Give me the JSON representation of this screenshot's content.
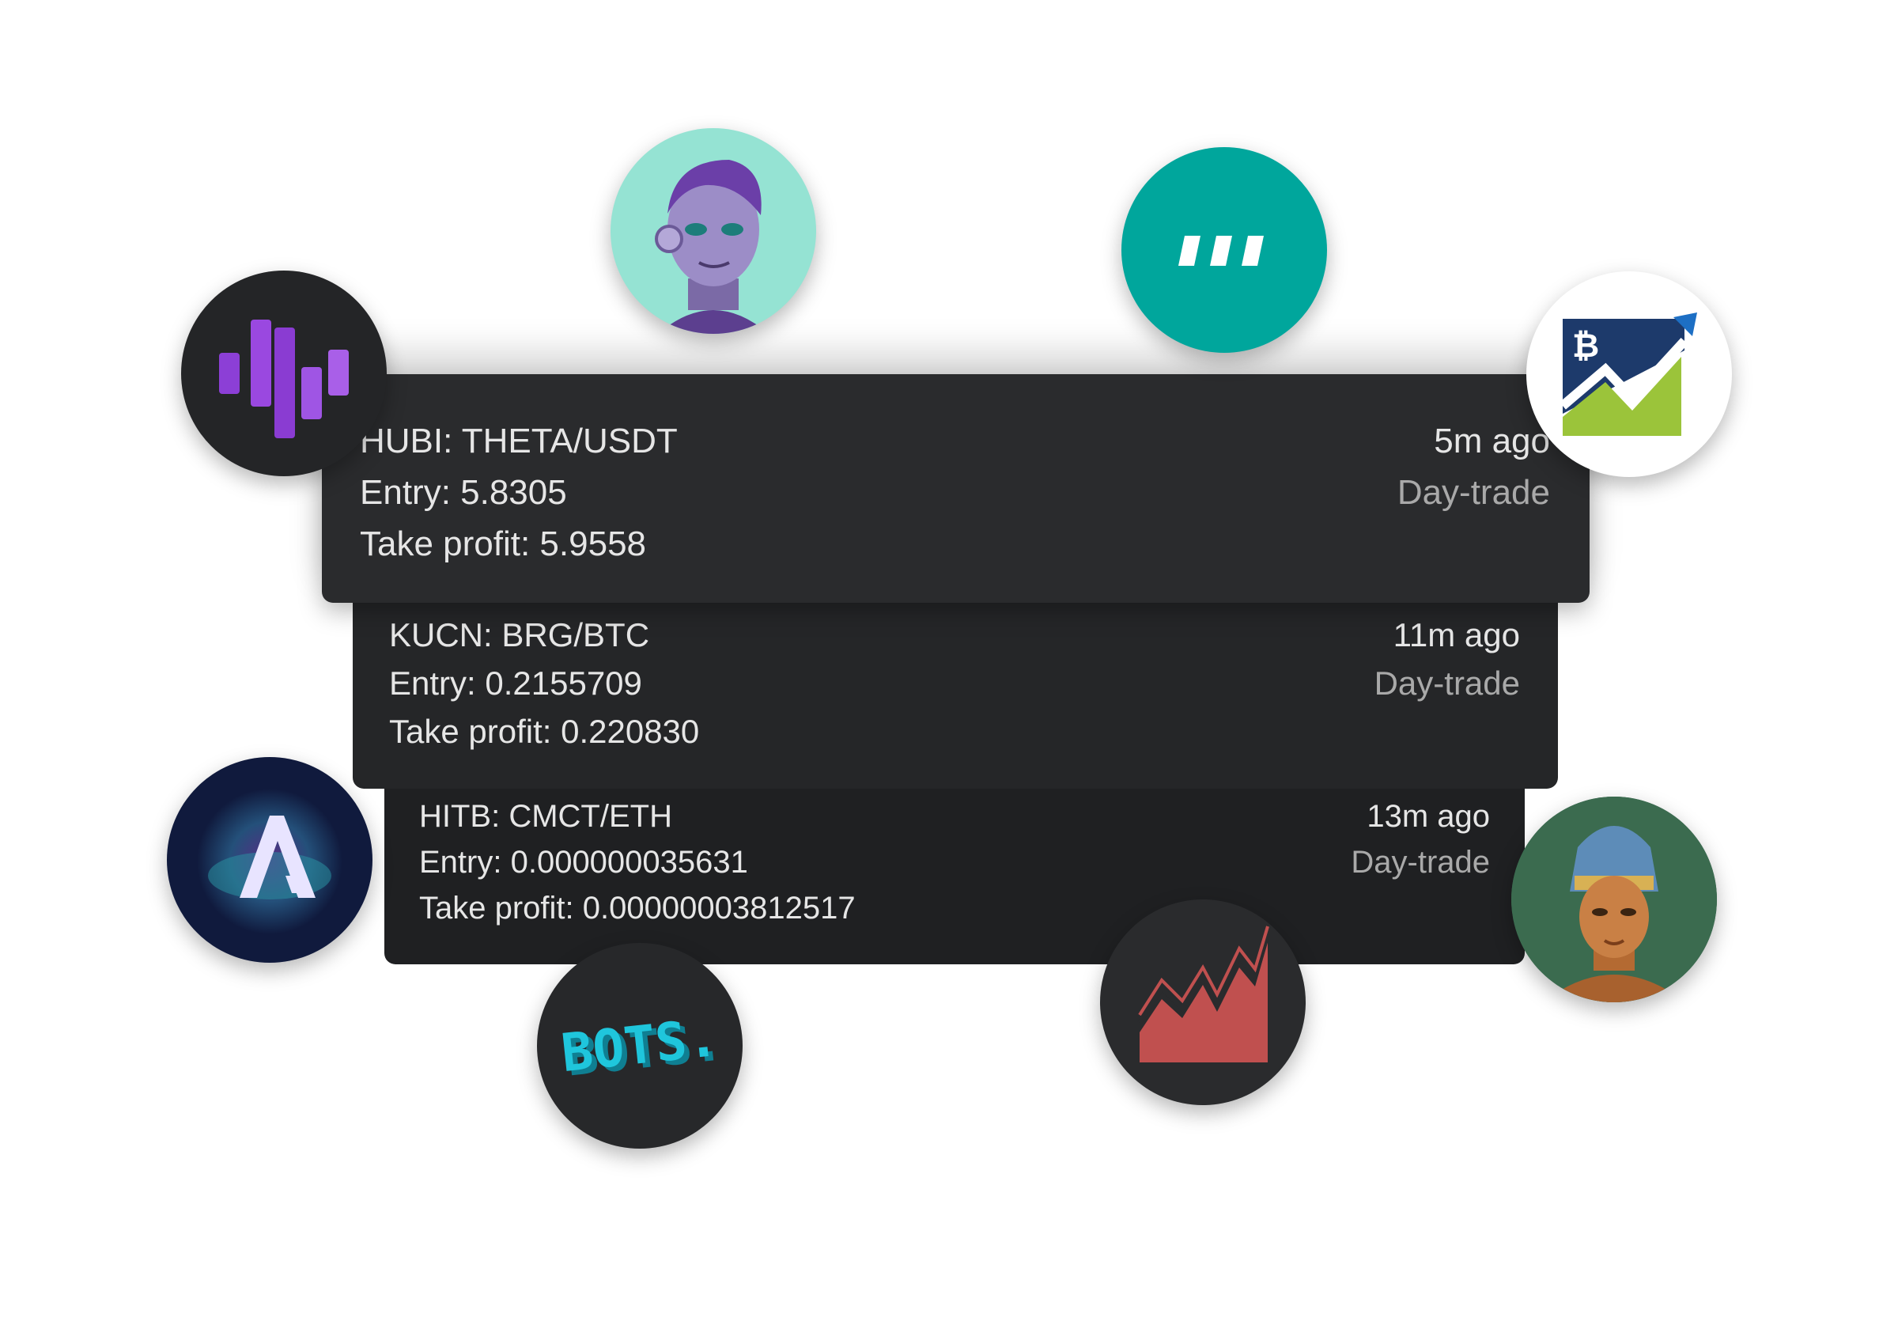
{
  "signals": [
    {
      "title": "HUBI: THETA/USDT",
      "entry": "Entry: 5.8305",
      "take_profit": "Take profit: 5.9558",
      "time": "5m ago",
      "type": "Day-trade"
    },
    {
      "title": "KUCN: BRG/BTC",
      "entry": "Entry: 0.2155709",
      "take_profit": "Take profit: 0.220830",
      "time": "11m ago",
      "type": "Day-trade"
    },
    {
      "title": "HITB: CMCT/ETH",
      "entry": "Entry: 0.000000035631",
      "take_profit": "Take profit: 0.00000003812517",
      "time": "13m ago",
      "type": "Day-trade"
    }
  ],
  "avatars": {
    "candles": "candlestick-logo-icon",
    "robot": "robot-avatar-icon",
    "quote": "quote-marks-icon",
    "chart": "bitcoin-chart-icon",
    "galaxy": "galaxy-a-logo-icon",
    "bots": "bots-logo-icon",
    "redchart": "red-area-chart-icon",
    "bust": "egyptian-bust-icon"
  },
  "logo_text": {
    "bots": "BOTS.",
    "bitcoin": "₿"
  },
  "colors": {
    "card_bg": "#2a2b2d",
    "card_text": "#e6e6e6",
    "card_meta": "#a9a9a9",
    "accent_purple": "#8c3fd6",
    "accent_teal": "#00a69c",
    "accent_cyan": "#1fc6dc",
    "chart_red": "#c0504f",
    "chart_green": "#9bc43a",
    "chart_navy": "#1d3a6b"
  }
}
